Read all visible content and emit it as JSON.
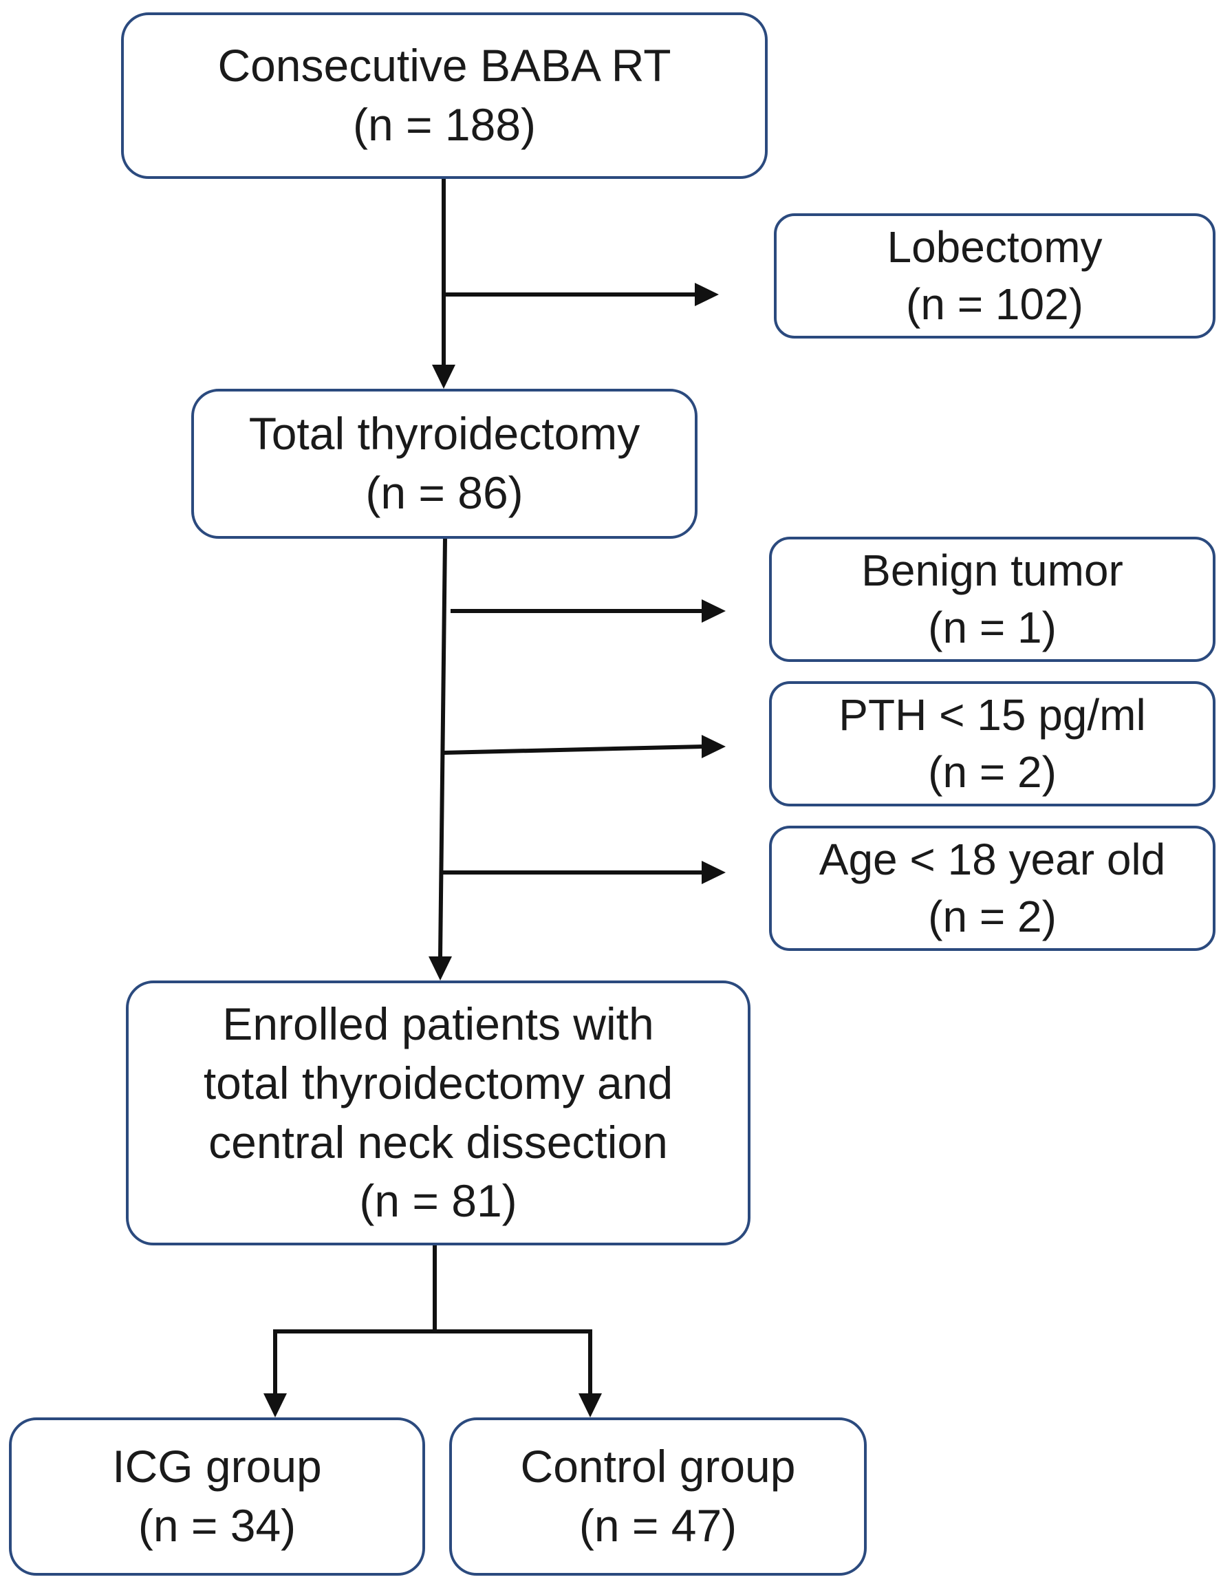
{
  "colors": {
    "box_border": "#2b4a7e",
    "line": "#111111",
    "text": "#1a1a1a"
  },
  "boxes": {
    "start": {
      "lines": [
        "Consecutive BABA RT",
        "(n = 188)"
      ]
    },
    "lobe": {
      "lines": [
        "Lobectomy",
        "(n = 102)"
      ]
    },
    "total": {
      "lines": [
        "Total thyroidectomy",
        "(n = 86)"
      ]
    },
    "benign": {
      "lines": [
        "Benign tumor",
        "(n = 1)"
      ]
    },
    "pth": {
      "lines": [
        "PTH < 15 pg/ml",
        "(n = 2)"
      ]
    },
    "age": {
      "lines": [
        "Age < 18 year old",
        "(n = 2)"
      ]
    },
    "enrolled": {
      "lines": [
        "Enrolled patients with",
        "total thyroidectomy and",
        "central neck dissection",
        "(n = 81)"
      ]
    },
    "icg": {
      "lines": [
        "ICG group",
        "(n = 34)"
      ]
    },
    "control": {
      "lines": [
        "Control group",
        "(n = 47)"
      ]
    }
  }
}
